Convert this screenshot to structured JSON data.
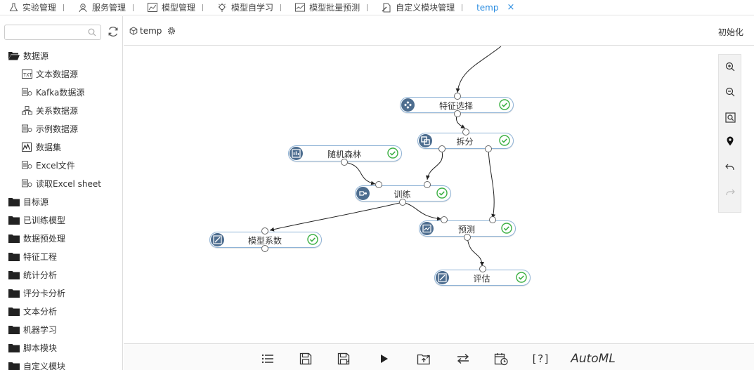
{
  "tabs": [
    {
      "label": "实验管理",
      "icon": "flask-icon"
    },
    {
      "label": "服务管理",
      "icon": "service-icon"
    },
    {
      "label": "模型管理",
      "icon": "chart-icon"
    },
    {
      "label": "模型自学习",
      "icon": "lightbulb-icon"
    },
    {
      "label": "模型批量预测",
      "icon": "trend-icon"
    },
    {
      "label": "自定义模块管理",
      "icon": "edit-doc-icon"
    },
    {
      "label": "temp",
      "icon": "",
      "active": true,
      "closable": true,
      "close_label": "×"
    }
  ],
  "search": {
    "placeholder": "",
    "value": ""
  },
  "sidebar": {
    "items": [
      {
        "label": "数据源",
        "type": "folder-open"
      },
      {
        "label": "文本数据源",
        "type": "child",
        "icon": "text-file-icon"
      },
      {
        "label": "Kafka数据源",
        "type": "child",
        "icon": "datasource-icon"
      },
      {
        "label": "关系数据源",
        "type": "child",
        "icon": "relation-icon"
      },
      {
        "label": "示例数据源",
        "type": "child",
        "icon": "datasource-icon"
      },
      {
        "label": "数据集",
        "type": "child",
        "icon": "dataset-icon"
      },
      {
        "label": "Excel文件",
        "type": "child",
        "icon": "datasource-icon"
      },
      {
        "label": "读取Excel sheet",
        "type": "child",
        "icon": "datasource-icon"
      },
      {
        "label": "目标源",
        "type": "folder"
      },
      {
        "label": "已训练模型",
        "type": "folder"
      },
      {
        "label": "数据预处理",
        "type": "folder"
      },
      {
        "label": "特征工程",
        "type": "folder"
      },
      {
        "label": "统计分析",
        "type": "folder"
      },
      {
        "label": "评分卡分析",
        "type": "folder"
      },
      {
        "label": "文本分析",
        "type": "folder"
      },
      {
        "label": "机器学习",
        "type": "folder"
      },
      {
        "label": "脚本模块",
        "type": "folder"
      },
      {
        "label": "自定义模块",
        "type": "folder"
      }
    ]
  },
  "canvas_header": {
    "flow_name": "temp",
    "init_label": "初始化"
  },
  "flow": {
    "nodes": [
      {
        "id": "feature",
        "label": "特征选择",
        "status": "success",
        "icon": "feature-select-icon"
      },
      {
        "id": "split",
        "label": "拆分",
        "status": "success",
        "icon": "split-icon"
      },
      {
        "id": "rf",
        "label": "随机森林",
        "status": "success",
        "icon": "algorithm-icon"
      },
      {
        "id": "train",
        "label": "训练",
        "status": "success",
        "icon": "train-icon"
      },
      {
        "id": "predict",
        "label": "预测",
        "status": "success",
        "icon": "predict-icon"
      },
      {
        "id": "coef",
        "label": "模型系数",
        "status": "success",
        "icon": "coefficient-icon"
      },
      {
        "id": "eval",
        "label": "评估",
        "status": "success",
        "icon": "evaluate-icon"
      }
    ]
  },
  "zoom_tools": [
    "zoom-in-icon",
    "zoom-out-icon",
    "fit-view-icon",
    "locate-icon",
    "undo-icon",
    "redo-icon"
  ],
  "bottom_tools": {
    "bracket_label": "[?]",
    "automl_label": "AutoML"
  },
  "colors": {
    "accent": "#2a8ce0",
    "node_icon_bg": "#4d6d8f",
    "node_border": "#8fb3d6",
    "success": "#3cb043"
  }
}
